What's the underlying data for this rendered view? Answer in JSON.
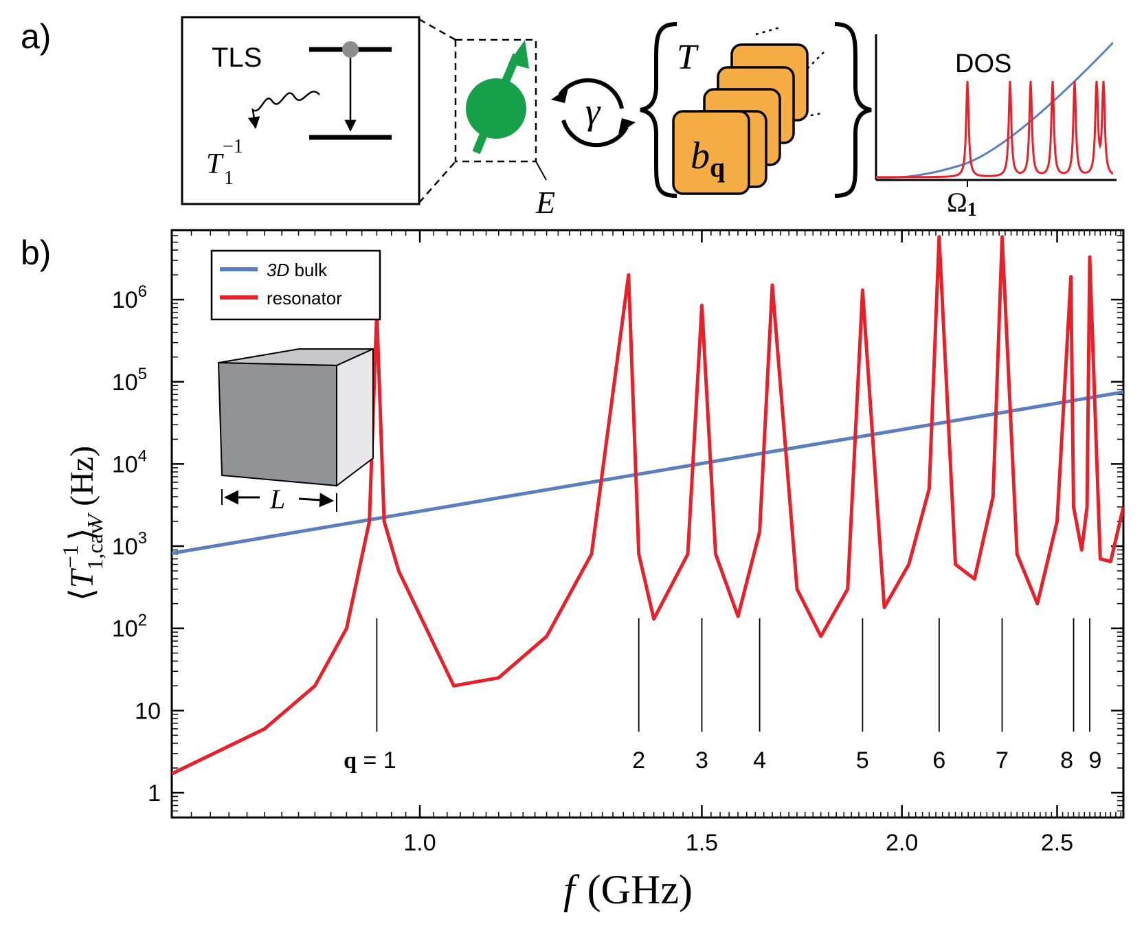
{
  "panel_a": {
    "label": "a)",
    "tls_label": "TLS",
    "t1_symbol": "T",
    "t1_subscript": "1",
    "t1_superscript": "−1",
    "energy_symbol": "E",
    "coupling_symbol": "γ",
    "mode_symbol": "T",
    "mode_operator": "b",
    "mode_operator_sub": "q",
    "dos_label": "DOS",
    "omega_symbol": "Ω",
    "omega_subscript": "1",
    "colors": {
      "spin": "#17a04a",
      "mode_box": "#f6ad45",
      "dos_bulk": "#5b7fbe",
      "dos_resonator": "#e8202a"
    },
    "icons": [
      "two-level-system-icon",
      "spin-icon",
      "cycle-arrows-icon",
      "mode-stack-icon",
      "density-of-states-icon"
    ]
  },
  "panel_b": {
    "label": "b)",
    "inset_dimension_label": "L",
    "inset_icon": "cube-icon"
  },
  "chart_data": {
    "type": "line",
    "xlabel": "f (GHz)",
    "xlabel_var": "f",
    "xlabel_unit": "(GHz)",
    "ylabel": "⟨T1,cav−1⟩V (Hz)",
    "yscale": "log",
    "xscale": "log",
    "xlim": [
      0.7,
      2.75
    ],
    "ylim": [
      0.5,
      7000000
    ],
    "x_ticks": [
      {
        "value": 1.0,
        "label": "1.0"
      },
      {
        "value": 1.5,
        "label": "1.5"
      },
      {
        "value": 2.0,
        "label": "2.0"
      },
      {
        "value": 2.5,
        "label": "2.5"
      }
    ],
    "y_ticks": [
      {
        "value": 1,
        "label": "1"
      },
      {
        "value": 10,
        "label": "10"
      },
      {
        "value": 100,
        "label": "10",
        "exp": "2"
      },
      {
        "value": 1000,
        "label": "10",
        "exp": "3"
      },
      {
        "value": 10000,
        "label": "10",
        "exp": "4"
      },
      {
        "value": 100000,
        "label": "10",
        "exp": "5"
      },
      {
        "value": 1000000,
        "label": "10",
        "exp": "6"
      }
    ],
    "legend": {
      "position": "top-left"
    },
    "series": [
      {
        "name": "3D bulk",
        "name_italic": "3D",
        "name_rest": " bulk",
        "color": "#5b7fbe",
        "x": [
          0.7,
          2.75
        ],
        "y": [
          820,
          75000
        ]
      },
      {
        "name": "resonator",
        "color": "#e8202a",
        "x": [
          0.7,
          0.8,
          0.86,
          0.9,
          0.93,
          0.94,
          0.95,
          0.97,
          1.05,
          1.12,
          1.2,
          1.28,
          1.35,
          1.37,
          1.4,
          1.47,
          1.5,
          1.53,
          1.58,
          1.63,
          1.66,
          1.72,
          1.78,
          1.85,
          1.89,
          1.95,
          2.02,
          2.08,
          2.11,
          2.16,
          2.22,
          2.28,
          2.31,
          2.36,
          2.43,
          2.5,
          2.55,
          2.56,
          2.59,
          2.61,
          2.62,
          2.66,
          2.7,
          2.75
        ],
        "y": [
          1.7,
          6,
          20,
          100,
          2000,
          700000,
          2000,
          500,
          20,
          25,
          80,
          800,
          2000000,
          800,
          130,
          800,
          850000,
          800,
          140,
          1500,
          1500000,
          300,
          80,
          300,
          1300000,
          180,
          600,
          5000,
          5800000,
          600,
          400,
          4000,
          5800000,
          800,
          200,
          2000,
          1900000,
          3000,
          900,
          3000,
          3300000,
          700,
          650,
          3000
        ]
      }
    ],
    "mode_markers": [
      {
        "x": 0.94,
        "label": "q = 1",
        "label_bold": "q",
        "label_rest": " = 1"
      },
      {
        "x": 1.37,
        "label": "2"
      },
      {
        "x": 1.5,
        "label": "3"
      },
      {
        "x": 1.63,
        "label": "4"
      },
      {
        "x": 1.89,
        "label": "5"
      },
      {
        "x": 2.11,
        "label": "6"
      },
      {
        "x": 2.31,
        "label": "7"
      },
      {
        "x": 2.56,
        "label": "8"
      },
      {
        "x": 2.62,
        "label": "9"
      }
    ]
  }
}
